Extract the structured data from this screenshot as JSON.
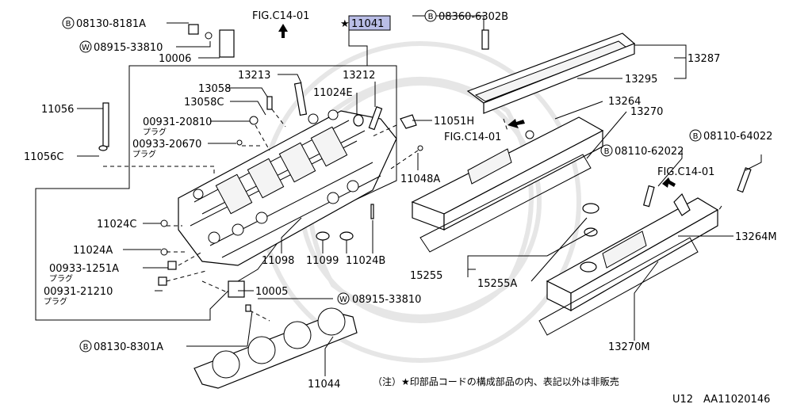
{
  "highlight_color": "#b9bde6",
  "labels": {
    "p08130_8181A": "08130-8181A",
    "p08915_33810_top": "08915-33810",
    "p10006": "10006",
    "fig_c14_top": "FIG.C14-01",
    "p11041": "11041",
    "p08360_6302B": "08360-6302B",
    "p13287": "13287",
    "p13295": "13295",
    "p13213": "13213",
    "p13212": "13212",
    "p13058": "13058",
    "p13058C": "13058C",
    "p11024E": "11024E",
    "p13264": "13264",
    "p13270": "13270",
    "p11056": "11056",
    "p00931_20810": "00931-20810",
    "p00933_20670": "00933-20670",
    "p11051H": "11051H",
    "fig_c14_mid": "FIG.C14-01",
    "p11056C": "11056C",
    "p08110_64022": "08110-64022",
    "p08110_62022": "08110-62022",
    "fig_c14_right": "FIG.C14-01",
    "p11048A": "11048A",
    "p11024C": "11024C",
    "p13264M": "13264M",
    "p11024A": "11024A",
    "p00933_1251A": "00933-1251A",
    "p11098": "11098",
    "p11099": "11099",
    "p11024B": "11024B",
    "p15255": "15255",
    "p15255A": "15255A",
    "p00931_21210": "00931-21210",
    "p10005": "10005",
    "p08915_33810_bot": "08915-33810",
    "p08130_8301A": "08130-8301A",
    "p13270M": "13270M",
    "p11044": "11044",
    "plug1": "プラグ",
    "plug2": "プラグ",
    "plug3": "プラグ",
    "plug4": "プラグ",
    "circle_b": "B",
    "circle_w": "W",
    "star": "★",
    "footnote": "（注）★印部品コードの構成部品の内、表記以外は非販売",
    "footer_code": "U12　AA11020146"
  }
}
